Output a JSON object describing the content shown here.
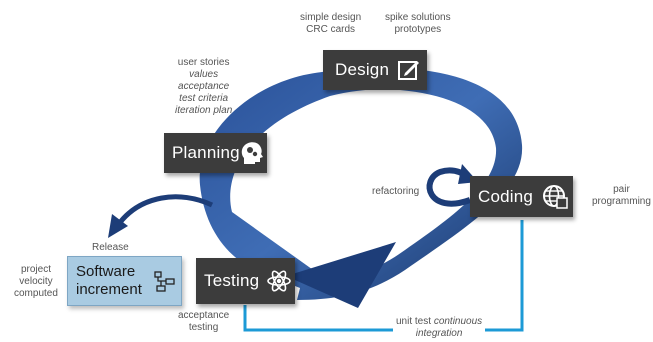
{
  "boxes": {
    "design": {
      "label": "Design",
      "icon": "pencil-edit-icon"
    },
    "planning": {
      "label": "Planning",
      "icon": "head-gears-icon"
    },
    "coding": {
      "label": "Coding",
      "icon": "globe-code-icon"
    },
    "testing": {
      "label": "Testing",
      "icon": "atom-icon"
    }
  },
  "increment": {
    "line1": "Software",
    "line2": "increment",
    "icon": "flowchart-icon"
  },
  "notes": {
    "design_left": [
      "simple design",
      "CRC cards"
    ],
    "design_right": [
      "spike solutions",
      "prototypes"
    ],
    "planning": [
      "user stories",
      "values",
      "acceptance",
      "test criteria",
      "iteration plan"
    ],
    "refactoring": "refactoring",
    "pair": [
      "pair",
      "programming"
    ],
    "release": "Release",
    "velocity": [
      "project",
      "velocity",
      "computed"
    ],
    "acceptance": [
      "acceptance",
      "testing"
    ],
    "unit_test": {
      "plain": "unit test ",
      "italic": "continuous",
      "line2": "integration"
    }
  },
  "colors": {
    "cycle_dark": "#1d3d78",
    "cycle_light": "#3f6db5",
    "line_blue": "#1c9ad6",
    "box": "#3c3c3c",
    "increment": "#a9cbe2"
  }
}
